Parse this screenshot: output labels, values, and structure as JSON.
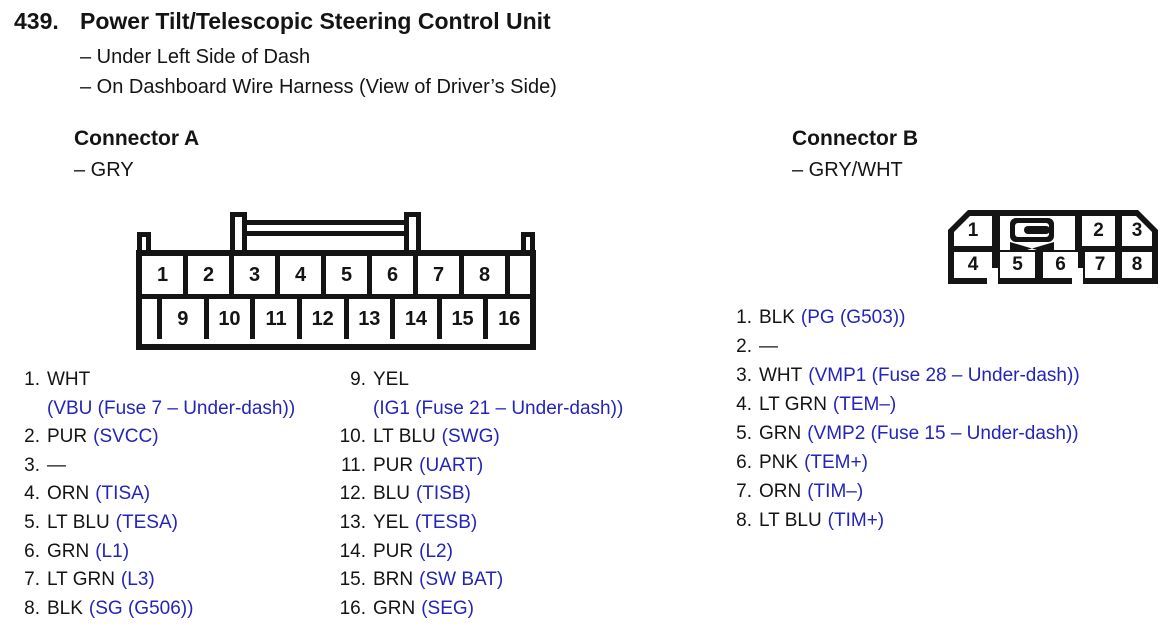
{
  "page": {
    "number": "439.",
    "title": "Power Tilt/Telescopic Steering Control Unit",
    "location_lines": [
      "– Under Left Side of Dash",
      "– On Dashboard Wire Harness (View of Driver’s Side)"
    ]
  },
  "colors": {
    "ink": "#141414",
    "paper": "#ffffff",
    "link_blue": "#2424bb"
  },
  "connector_a": {
    "title": "Connector A",
    "color_label": "– GRY",
    "pins_top": [
      "1",
      "2",
      "3",
      "4",
      "5",
      "6",
      "7",
      "8"
    ],
    "pins_bottom": [
      "9",
      "10",
      "11",
      "12",
      "13",
      "14",
      "15",
      "16"
    ],
    "pin_list": [
      {
        "num": "1.",
        "color": "WHT",
        "signal": "(VBU (Fuse 7 – Under-dash))"
      },
      {
        "num": "2.",
        "color": "PUR",
        "signal": "(SVCC)"
      },
      {
        "num": "3.",
        "color": "—",
        "signal": ""
      },
      {
        "num": "4.",
        "color": "ORN",
        "signal": "(TISA)"
      },
      {
        "num": "5.",
        "color": "LT BLU",
        "signal": "(TESA)"
      },
      {
        "num": "6.",
        "color": "GRN",
        "signal": "(L1)"
      },
      {
        "num": "7.",
        "color": "LT GRN",
        "signal": "(L3)"
      },
      {
        "num": "8.",
        "color": "BLK",
        "signal": "(SG (G506))"
      },
      {
        "num": "9.",
        "color": "YEL",
        "signal": "(IG1 (Fuse 21 – Under-dash))"
      },
      {
        "num": "10.",
        "color": "LT BLU",
        "signal": "(SWG)"
      },
      {
        "num": "11.",
        "color": "PUR",
        "signal": "(UART)"
      },
      {
        "num": "12.",
        "color": "BLU",
        "signal": "(TISB)"
      },
      {
        "num": "13.",
        "color": "YEL",
        "signal": "(TESB)"
      },
      {
        "num": "14.",
        "color": "PUR",
        "signal": "(L2)"
      },
      {
        "num": "15.",
        "color": "BRN",
        "signal": "(SW BAT)"
      },
      {
        "num": "16.",
        "color": "GRN",
        "signal": "(SEG)"
      }
    ]
  },
  "connector_b": {
    "title": "Connector B",
    "color_label": "– GRY/WHT",
    "pins_top": [
      "1",
      "2",
      "3"
    ],
    "pins_bottom": [
      "4",
      "5",
      "6",
      "7",
      "8"
    ],
    "pin_list": [
      {
        "num": "1.",
        "color": "BLK",
        "signal": "(PG (G503))"
      },
      {
        "num": "2.",
        "color": "—",
        "signal": ""
      },
      {
        "num": "3.",
        "color": "WHT",
        "signal": "(VMP1 (Fuse 28 – Under-dash))"
      },
      {
        "num": "4.",
        "color": "LT GRN",
        "signal": "(TEM–)"
      },
      {
        "num": "5.",
        "color": "GRN",
        "signal": "(VMP2 (Fuse 15 – Under-dash))"
      },
      {
        "num": "6.",
        "color": "PNK",
        "signal": "(TEM+)"
      },
      {
        "num": "7.",
        "color": "ORN",
        "signal": "(TIM–)"
      },
      {
        "num": "8.",
        "color": "LT BLU",
        "signal": "(TIM+)"
      }
    ]
  }
}
